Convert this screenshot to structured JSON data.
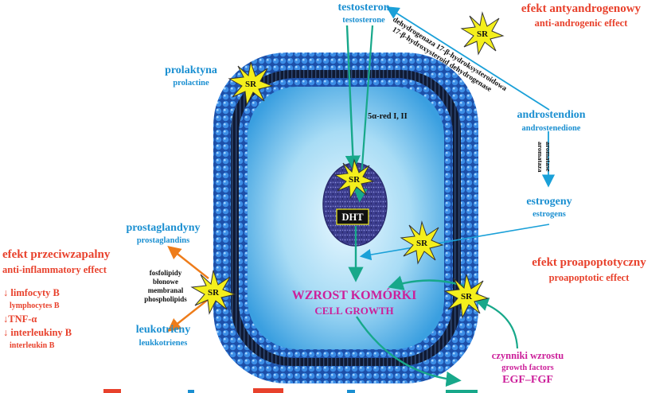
{
  "labels": {
    "testosteron": "testosteron",
    "testosterone": "testosterone",
    "prolaktyna": "prolaktyna",
    "prolactine": "prolactine",
    "efekt_anty_pl": "efekt antyandrogenowy",
    "efekt_anty_en": "anti-androgenic effect",
    "dehydro_pl": "dehydrogenaza 17-β-hydroksysteroidowa",
    "dehydro_en": "17-β-hydroxysteroid dehydrogenase",
    "androstendion": "androstendion",
    "androstenedione": "androstenedione",
    "aromataza": "aromataza",
    "aromatase": "aromatase",
    "alpha_red": "5α-red I, II",
    "estrogeny": "estrogeny",
    "estrogens": "estrogens",
    "dht": "DHT",
    "prostaglandyny": "prostaglandyny",
    "prostaglandins": "prostaglandins",
    "efekt_przeciw_pl": "efekt przeciwzapalny",
    "efekt_przeciw_en": "anti-inflammatory effect",
    "fosfo1": "fosfolipidy",
    "fosfo2": "błonowe",
    "fosfo3": "membranal",
    "fosfo4": "phospholipids",
    "limfocyty": "↓ limfocyty B",
    "lymphocytes": "lymphocytes B",
    "tnf": "↓TNF-α",
    "interleukiny": "↓ interleukiny B",
    "interleukin": "interleukin B",
    "leukotrieny": "leukotrieny",
    "leukotrienes": "leukkotrienes",
    "wzrost_pl": "WZROST KOMÓRKI",
    "wzrost_en": "CELL GROWTH",
    "efekt_proapo_pl": "efekt proapoptotyczny",
    "efekt_proapo_en": "proapoptotic effect",
    "czynniki": "czynniki wzrostu",
    "growth_factors": "growth factors",
    "egf": "EGF–FGF",
    "sr": "SR"
  },
  "colors": {
    "blue_text": "#1a8fd1",
    "red_text": "#e8412c",
    "magenta_text": "#cc1f9a",
    "arrow_teal": "#17a88a",
    "arrow_blue": "#1aa0d8",
    "arrow_orange": "#ee7c1a",
    "membrane_blue": "#1f6fc9",
    "star_yellow": "#f4ef1c",
    "nucleus_purple": "#3c3d8e"
  }
}
